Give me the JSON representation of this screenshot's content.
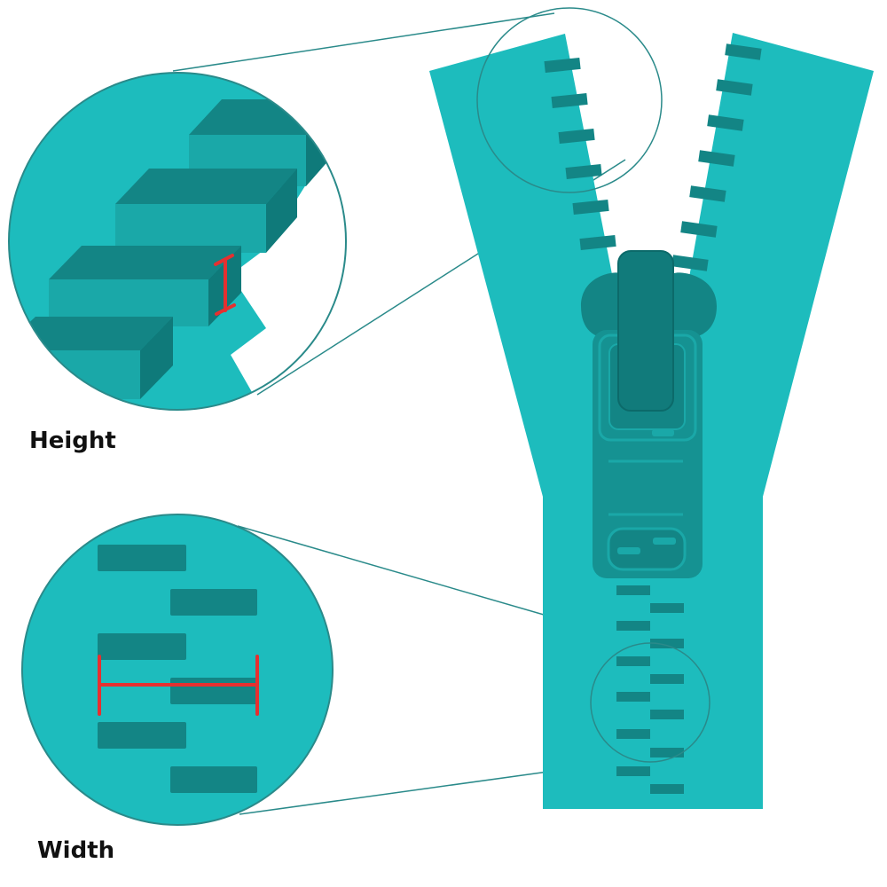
{
  "labels": {
    "height": "Height",
    "width": "Width"
  },
  "colors": {
    "tape": "#1dbcbd",
    "tooth": "#138585",
    "slider": "#159292",
    "slider_dark": "#0f7474",
    "bubble": "#1dbcbd",
    "outline": "#2a8a8a",
    "measure": "#e53030",
    "background": "#ffffff"
  },
  "icons": {
    "tape": "zipper-tape",
    "slider": "zipper-slider",
    "pull_tab": "zipper-pull-tab"
  }
}
